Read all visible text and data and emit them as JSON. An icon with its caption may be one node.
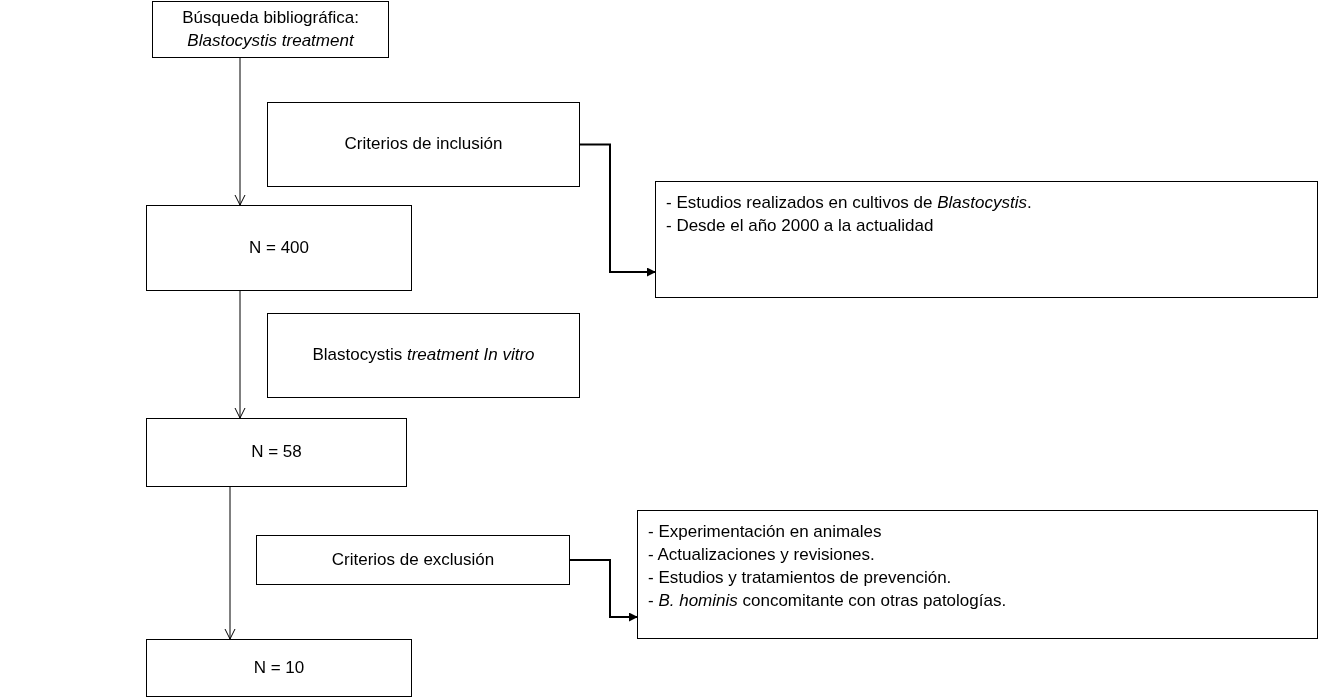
{
  "diagram": {
    "nodes": [
      {
        "text": [
          "Búsqueda bibliográfica: *Blastocystis treatment*"
        ]
      },
      {
        "text": [
          "Criterios de inclusión"
        ]
      },
      {
        "text": [
          "- Estudios realizados en cultivos de *Blastocystis*.",
          "- Desde el año 2000 a la actualidad"
        ]
      },
      {
        "text": [
          "N = 400"
        ]
      },
      {
        "text": [
          "Blastocystis *treatment* *In vitro*"
        ]
      },
      {
        "text": [
          "N = 58"
        ]
      },
      {
        "text": [
          "Criterios de exclusión"
        ]
      },
      {
        "text": [
          "- Experimentación en animales",
          "- Actualizaciones y revisiones.",
          "- Estudios y tratamientos de prevención.",
          "- *B. hominis* concomitante con otras patologías."
        ]
      },
      {
        "text": [
          "N = 10"
        ]
      }
    ],
    "edges": [
      {
        "from": 0,
        "to": 3,
        "arrow": "to"
      },
      {
        "from": 3,
        "to": 5,
        "arrow": "to"
      },
      {
        "from": 5,
        "to": 8,
        "arrow": "to"
      },
      {
        "from": 1,
        "to": 2,
        "arrow": "to"
      },
      {
        "from": 6,
        "to": 7,
        "arrow": "to"
      }
    ]
  }
}
